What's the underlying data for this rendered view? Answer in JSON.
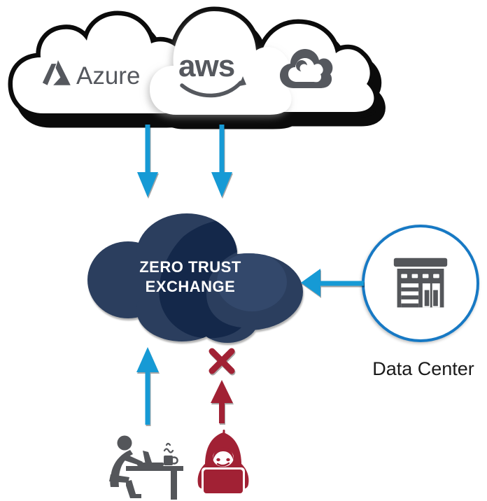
{
  "title": "Zero Trust Exchange diagram",
  "clouds": {
    "azure": {
      "label": "Azure",
      "icon": "azure-logo"
    },
    "aws": {
      "label": "aws",
      "icon": "aws-logo"
    },
    "gcp": {
      "icon": "google-cloud-logo"
    }
  },
  "exchange": {
    "line1": "ZERO TRUST",
    "line2": "EXCHANGE",
    "icon": "zscaler-cloud"
  },
  "data_center": {
    "label": "Data Center",
    "icon": "data-center-building"
  },
  "actors": {
    "user": {
      "icon": "person-working-at-desk"
    },
    "attacker": {
      "icon": "hooded-hacker",
      "blocked_icon": "blocked-x"
    }
  },
  "colors": {
    "arrow_blue": "#169AD5",
    "alert_red": "#A12134",
    "navy_cloud": "#2B3E5E",
    "navy_swoosh": "#14284A",
    "navy_light": "#33486B",
    "logo_gray": "#55585E",
    "circle_border_blue": "#1779C4",
    "outline_black": "#0b0b0b"
  }
}
